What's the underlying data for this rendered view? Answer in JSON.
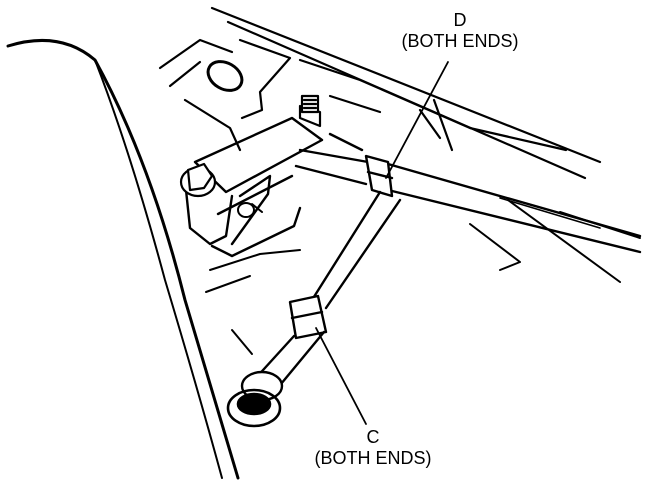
{
  "callouts": {
    "d": {
      "letter": "D",
      "note": "(BOTH ENDS)"
    },
    "c": {
      "letter": "C",
      "note": "(BOTH ENDS)"
    }
  },
  "colors": {
    "ink": "#000000",
    "paper": "#ffffff"
  }
}
